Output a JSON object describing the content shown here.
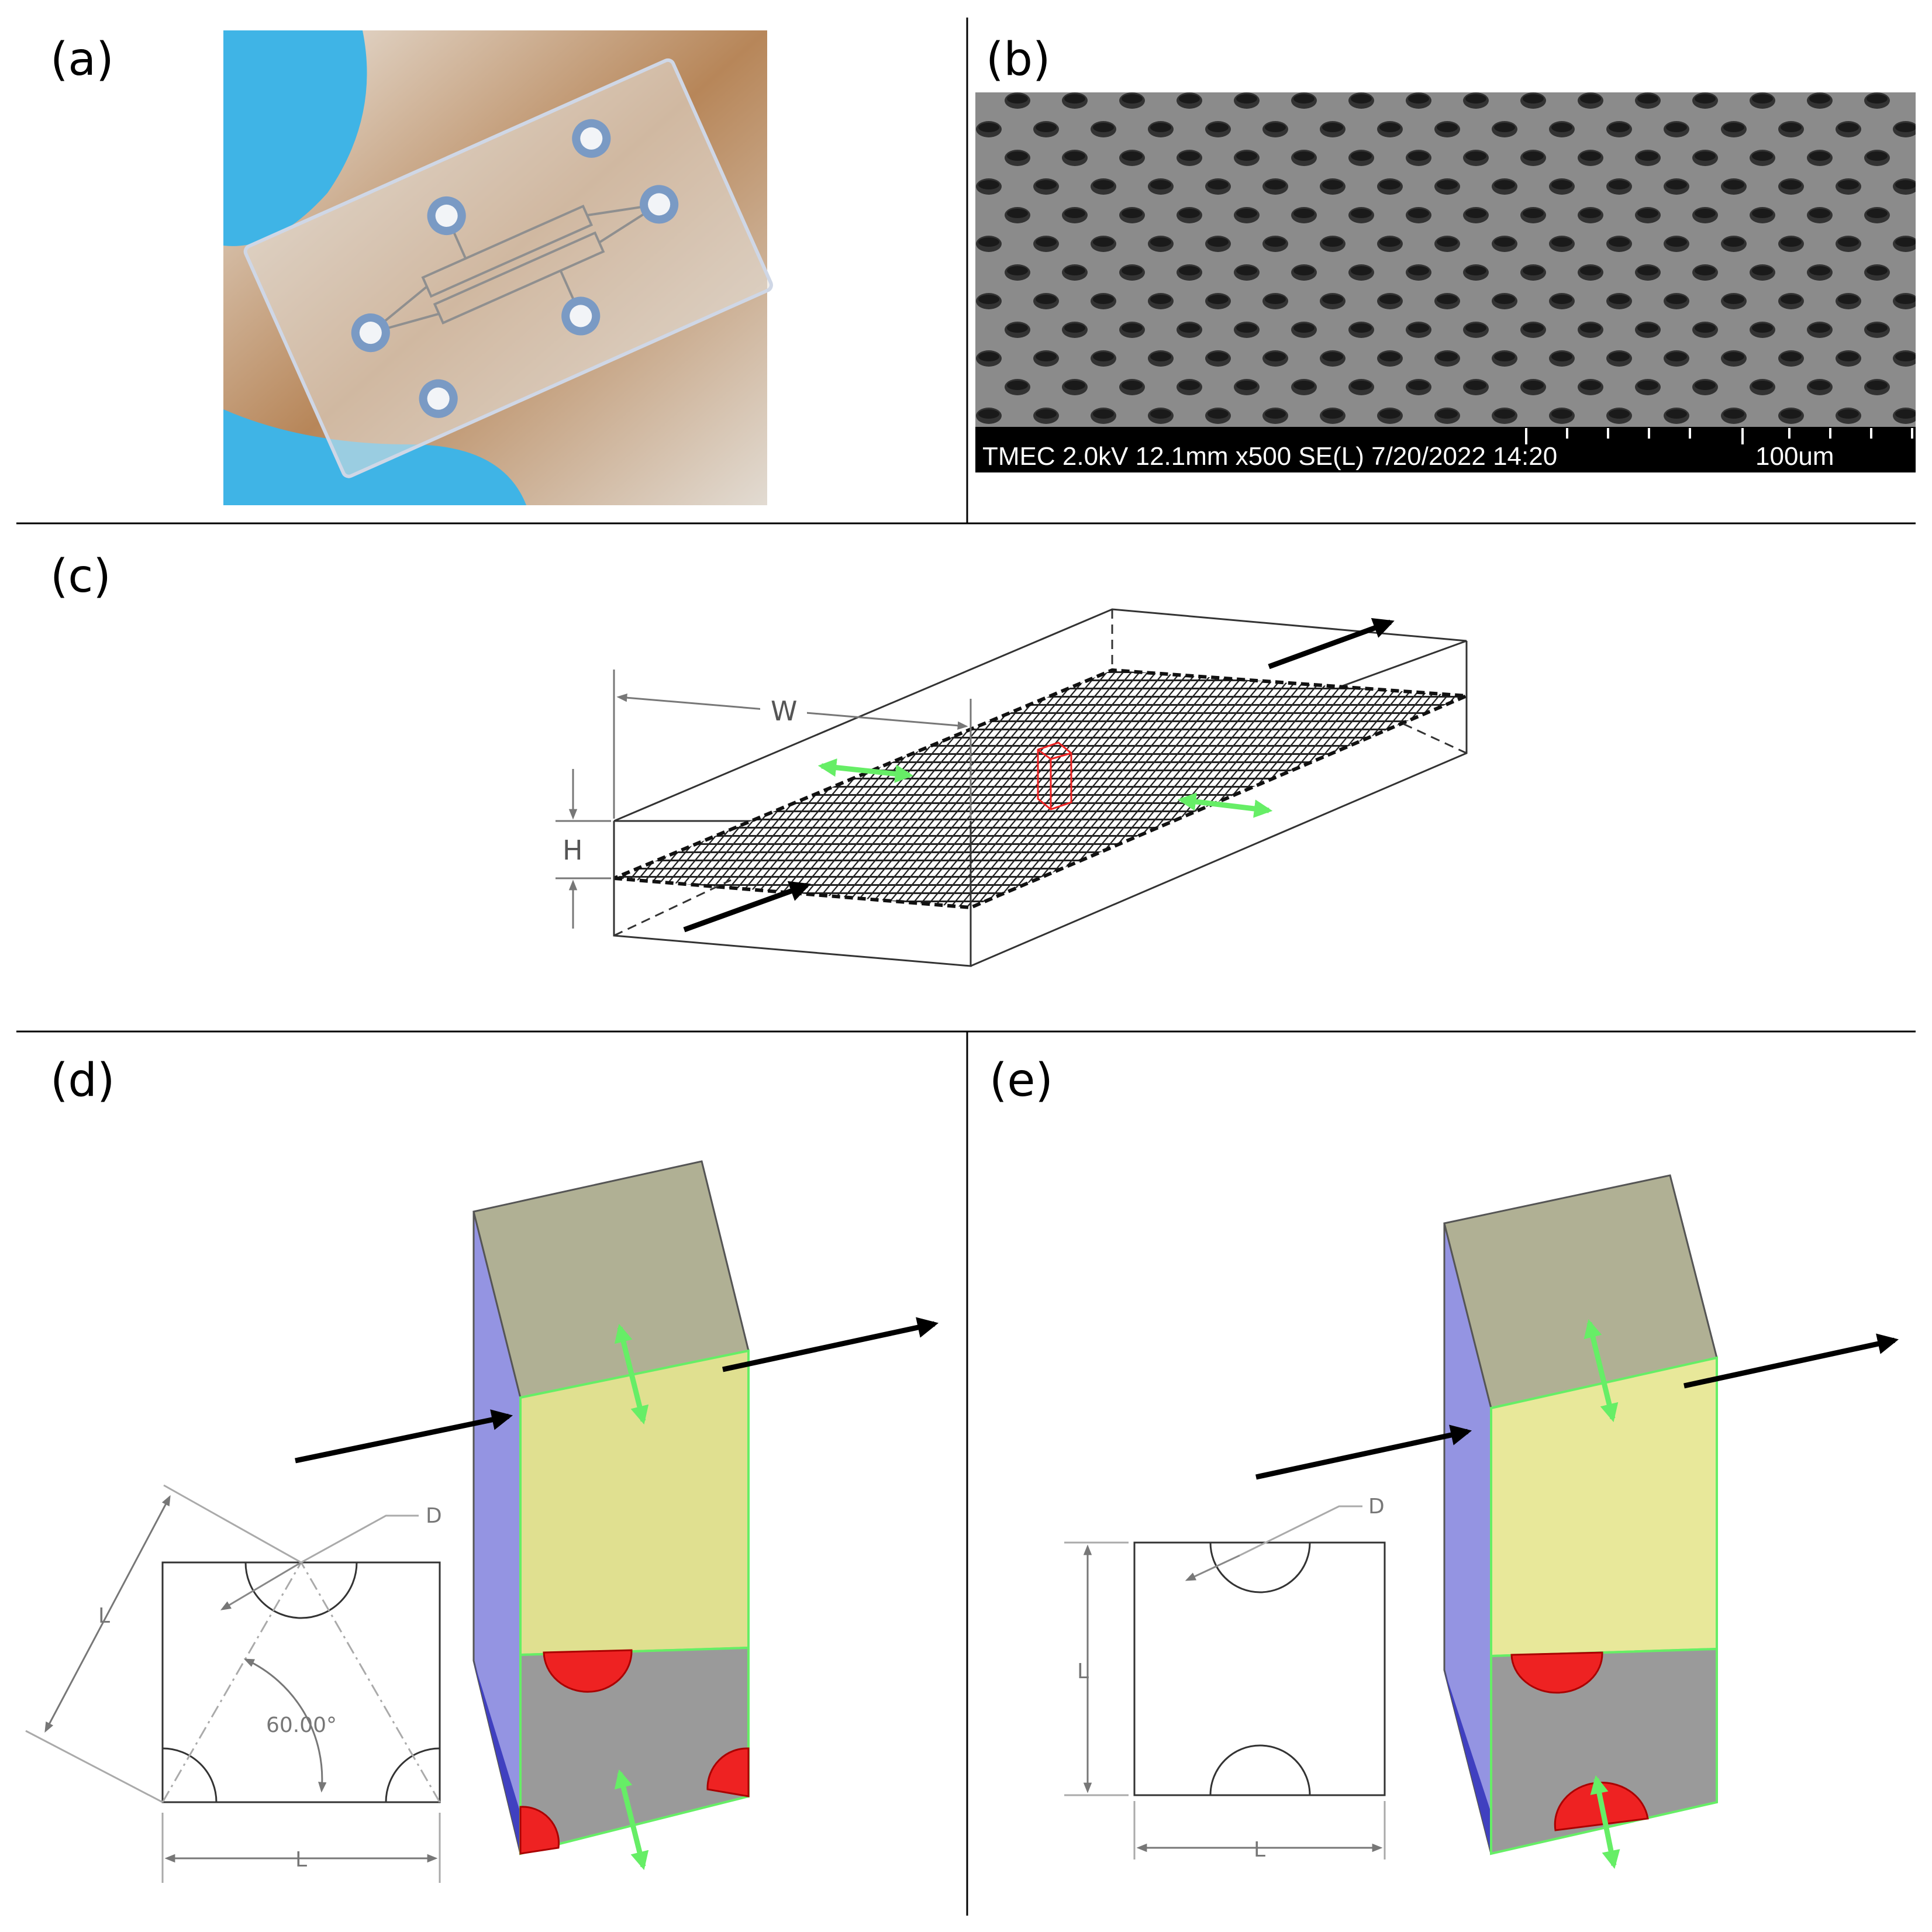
{
  "panels": {
    "a": {
      "label": "(a)"
    },
    "b": {
      "label": "(b)",
      "sem_info": "TMEC 2.0kV 12.1mm x500 SE(L) 7/20/2022 14:20",
      "scale_bar": "100um"
    },
    "c": {
      "label": "(c)",
      "width_label": "W",
      "height_label": "H"
    },
    "d": {
      "label": "(d)",
      "dim_l_side": "L",
      "dim_l_bottom": "L",
      "dim_d": "D",
      "angle": "60.00°"
    },
    "e": {
      "label": "(e)",
      "dim_l_side": "L",
      "dim_l_bottom": "L",
      "dim_d": "D"
    }
  },
  "colors": {
    "flow_arrow": "#000000",
    "green_arrow": "#66ee66",
    "red_marker": "#ee2222",
    "prism_blue": "#7070d8",
    "prism_yellow": "#e8e89a",
    "prism_gray": "#9a9a9a",
    "sem_bg": "#8a8a8a",
    "glove": "#3fb4e6"
  }
}
